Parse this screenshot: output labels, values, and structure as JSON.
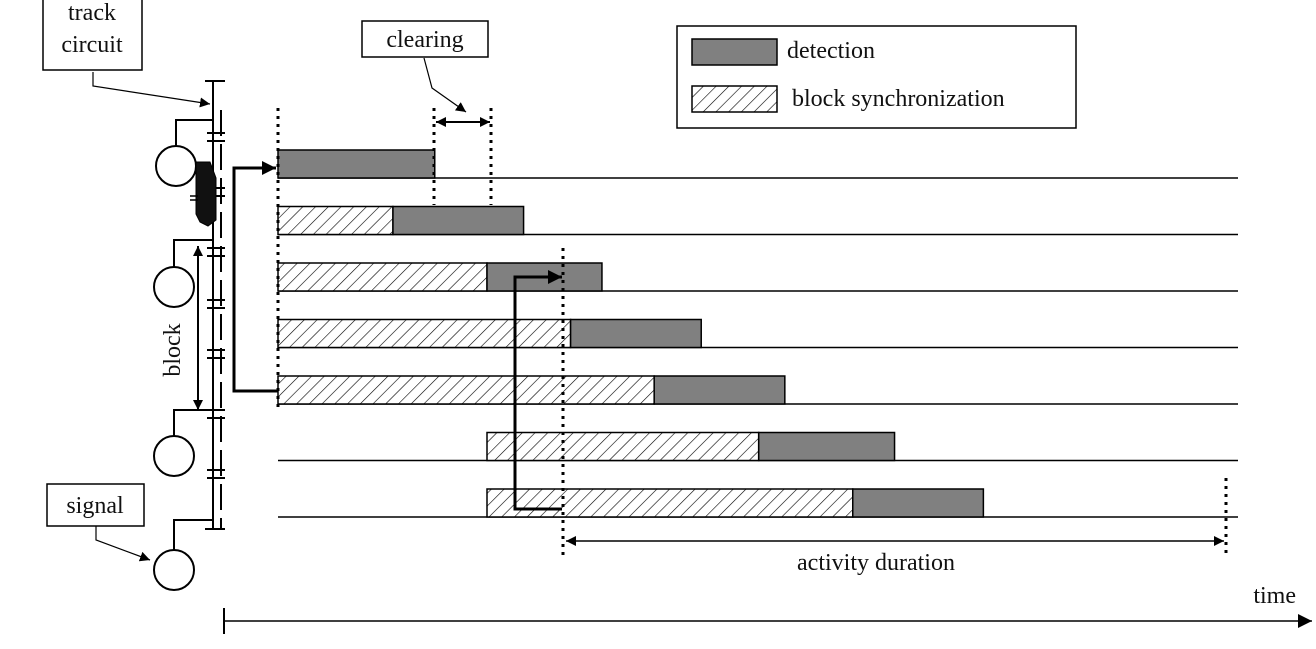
{
  "labels": {
    "track_circuit_line1": "track",
    "track_circuit_line2": "circuit",
    "clearing": "clearing",
    "block": "block",
    "signal": "signal",
    "activity_duration": "activity duration",
    "time": "time"
  },
  "legend": {
    "detection": "detection",
    "block_synchronization": "block synchronization"
  },
  "colors": {
    "detection_fill": "#808080",
    "line": "#000000",
    "background": "#ffffff"
  },
  "icons": {
    "signal": "signal-lamp-icon",
    "train": "train-icon"
  },
  "chart_data": {
    "type": "gantt",
    "rows": [
      {
        "sync": 0,
        "detection": 1.5
      },
      {
        "sync": 1.1,
        "detection": 1.25
      },
      {
        "sync": 2.0,
        "detection": 1.1
      },
      {
        "sync": 2.8,
        "detection": 1.25
      },
      {
        "sync": 3.6,
        "detection": 1.25
      },
      {
        "start": 2.0,
        "sync": 2.6,
        "detection": 1.3
      },
      {
        "start": 2.0,
        "sync": 3.5,
        "detection": 1.25
      }
    ]
  }
}
